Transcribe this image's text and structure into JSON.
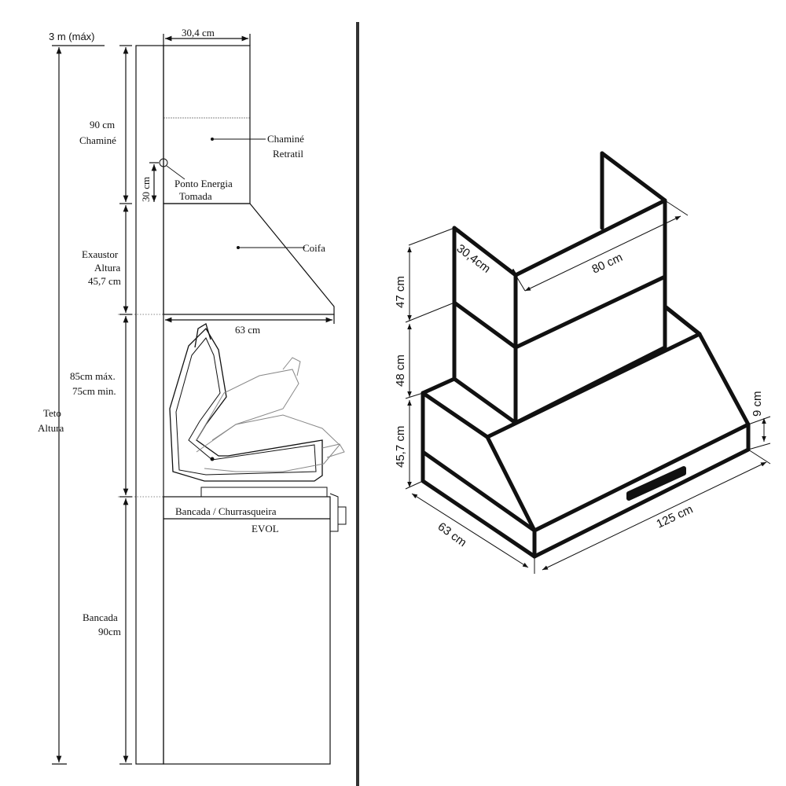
{
  "left_elevation": {
    "max_height_label": "3 m (máx)",
    "top_width_label": "30,4 cm",
    "chimney_label_line1": "90 cm",
    "chimney_label_line2": "Chaminé",
    "chimney_retractable_line1": "Chaminé",
    "chimney_retractable_line2": "Retratil",
    "socket_height_label": "30 cm",
    "power_point_line1": "Ponto Energia",
    "power_point_line2": "Tomada",
    "hood_label": "Coifa",
    "hood_height_line1": "Exaustor",
    "hood_height_line2": "Altura",
    "hood_height_line3": "45,7 cm",
    "hood_depth_label": "63 cm",
    "clearance_line1": "85cm máx.",
    "clearance_line2": "75cm min.",
    "ceiling_line1": "Teto",
    "ceiling_line2": "Altura",
    "grill_line1": "Bancada / Churrasqueira",
    "grill_line2": "EVOL",
    "counter_line1": "Bancada",
    "counter_line2": "90cm"
  },
  "isometric_view": {
    "chimney_depth_label": "30,4cm",
    "chimney_width_label": "80 cm",
    "upper_chimney_height_label": "47 cm",
    "lower_chimney_height_label": "48 cm",
    "hood_height_label": "45,7 cm",
    "lip_height_label": "9 cm",
    "depth_label": "63 cm",
    "width_label": "125 cm"
  }
}
